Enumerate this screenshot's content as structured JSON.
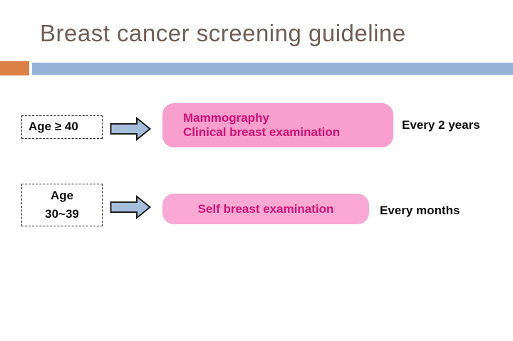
{
  "slide": {
    "title": "Breast cancer screening guideline",
    "colors": {
      "title_text": "#6f5f56",
      "accent_orange": "#dc8144",
      "accent_blue": "#95b3d7",
      "arrow_fill": "#a5bedb",
      "arrow_outline": "#1b1b1b",
      "pink_box_row1": "#f99fcd",
      "pink_box_row2": "#faa9d4",
      "pink_text": "#ce1074",
      "body_text": "#0b0b0b"
    },
    "rows": [
      {
        "age_lines": {
          "0": "Age ≥ 40"
        },
        "recommendation_lines": {
          "0": "Mammography",
          "1": "Clinical breast examination"
        },
        "frequency": "Every 2 years"
      },
      {
        "age_lines": {
          "0": "Age",
          "1": "30~39"
        },
        "recommendation_lines": {
          "0": "Self breast examination"
        },
        "frequency": "Every months"
      }
    ],
    "icons": {
      "arrow": "arrow-right-icon"
    }
  }
}
